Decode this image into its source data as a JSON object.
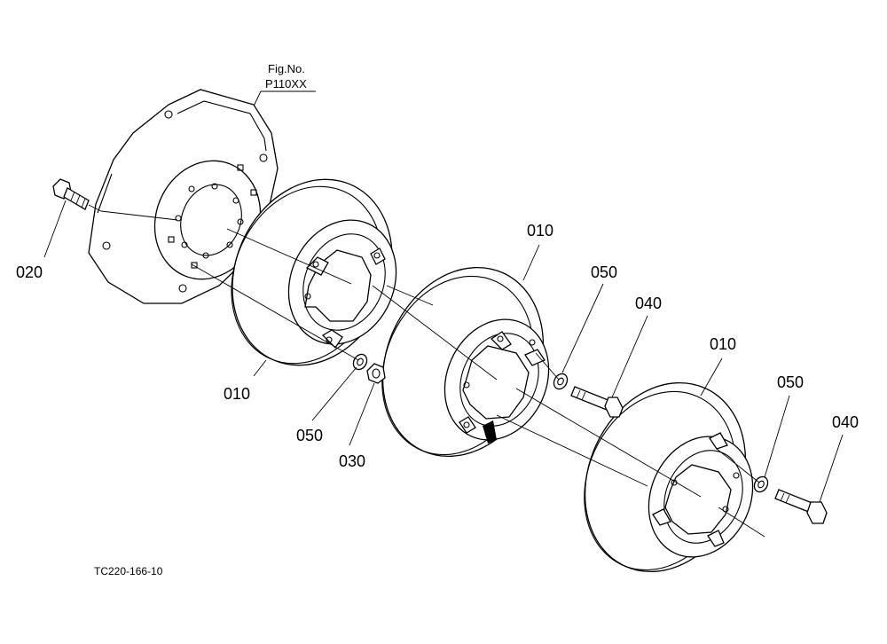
{
  "figure": {
    "fig_no_label": "Fig.No.",
    "fig_no_value": "P110XX",
    "drawing_code": "TC220-166-10"
  },
  "callouts": {
    "disc1": "010",
    "disc2": "010",
    "disc3": "010",
    "bolt_left": "020",
    "washer_center": "050",
    "washer_mid": "050",
    "washer_right": "050",
    "nut": "030",
    "bolt_mid": "040",
    "bolt_right": "040"
  }
}
